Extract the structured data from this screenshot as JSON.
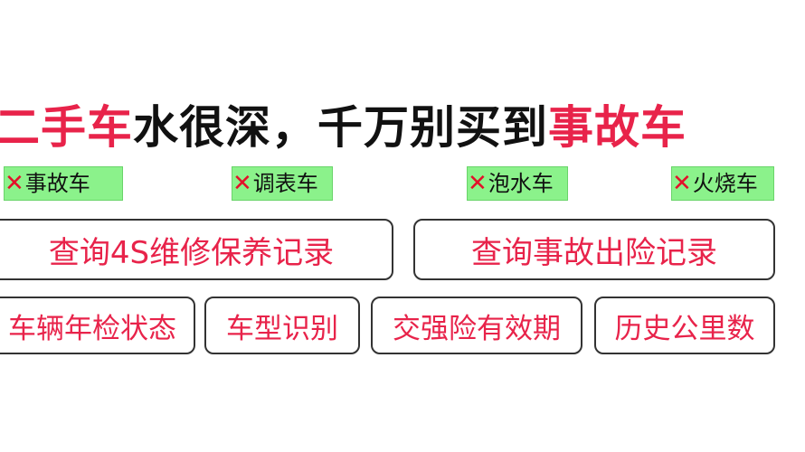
{
  "headline": {
    "part1": "二手车",
    "part2": "水很深，千万别买到",
    "part3": "事故车"
  },
  "tags": [
    {
      "mark": "✕",
      "label": "事故车"
    },
    {
      "mark": "✕",
      "label": "调表车"
    },
    {
      "mark": "✕",
      "label": "泡水车"
    },
    {
      "mark": "✕",
      "label": "火烧车"
    }
  ],
  "big_buttons": [
    {
      "label": "查询4S维修保养记录"
    },
    {
      "label": "查询事故出险记录"
    }
  ],
  "small_buttons": [
    {
      "label": "车辆年检状态"
    },
    {
      "label": "车型识别"
    },
    {
      "label": "交强险有效期"
    },
    {
      "label": "历史公里数"
    }
  ],
  "colors": {
    "accent": "#e8234a",
    "tag_bg": "#8bf28b",
    "mark": "#e3102a"
  }
}
